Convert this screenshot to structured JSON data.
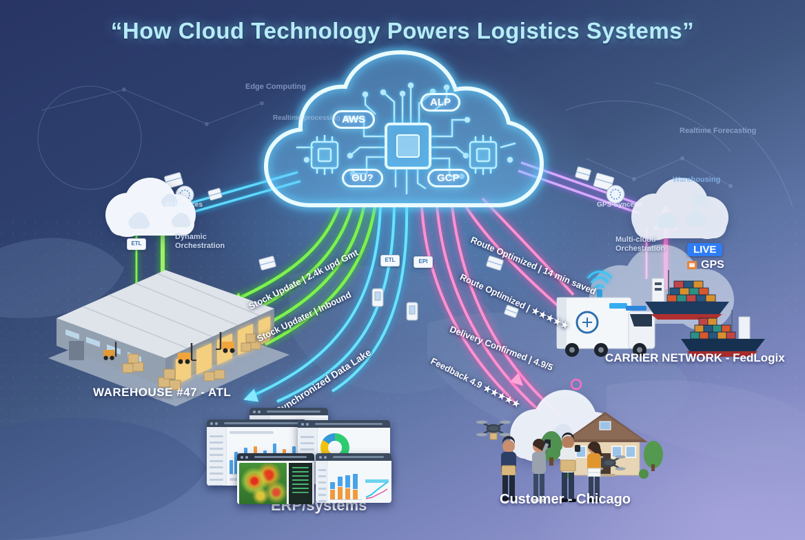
{
  "title": "“How Cloud Technology Powers Logistics Systems”",
  "colors": {
    "title_text": "#b6ecf8",
    "cloud_glow": "#8ee9ff",
    "flow_green": "#7df24e",
    "flow_cyan": "#69e4ff",
    "flow_pink": "#ff92cf",
    "flow_purple": "#d9aaff",
    "live_badge_bg": "#2f7df6",
    "gps_icon_orange": "#e8833a"
  },
  "cloud": {
    "badges": {
      "aws": "AWS",
      "alp": "ALP",
      "azure": "ΘU?",
      "gcp": "GCP"
    }
  },
  "captions": {
    "warehouse": "WAREHOUSE #47 - ATL",
    "carrier": "CARRIER NETWORK - FedLogix",
    "customer": "Customer - Chicago",
    "erp": "ERP/systems",
    "left_cloud_1": "Dynamic",
    "left_cloud_2": "Orchestration",
    "right_cloud_1": "Multi-cloud",
    "right_cloud_2": "Orchestration",
    "live": "LIVE",
    "gps": "GPS"
  },
  "flows": {
    "stock_update": "Stock Update | 2.4k upd Gmt",
    "stock_updater": "Stock Updater | Inbound",
    "synchronized": "Synchronized Data Lake",
    "route_time": "Route Optimized | 14 min saved",
    "route_stars": "Route Optimized | ★★★★★",
    "delivery": "Delivery Confirmed | 4.9/5",
    "feedback": "Feedback 4.9 ★★★★★"
  },
  "faint": {
    "edge": "Edge Computing",
    "realtime": "Realtime processing",
    "forecast": "Realtime Forecasting",
    "warehousing": "Warehousing",
    "ai_services": "AI Services",
    "gps_synced": "GPS-Synced"
  },
  "chips": {
    "c1": "ETL",
    "c2": "EPI",
    "c3": "ETL"
  }
}
